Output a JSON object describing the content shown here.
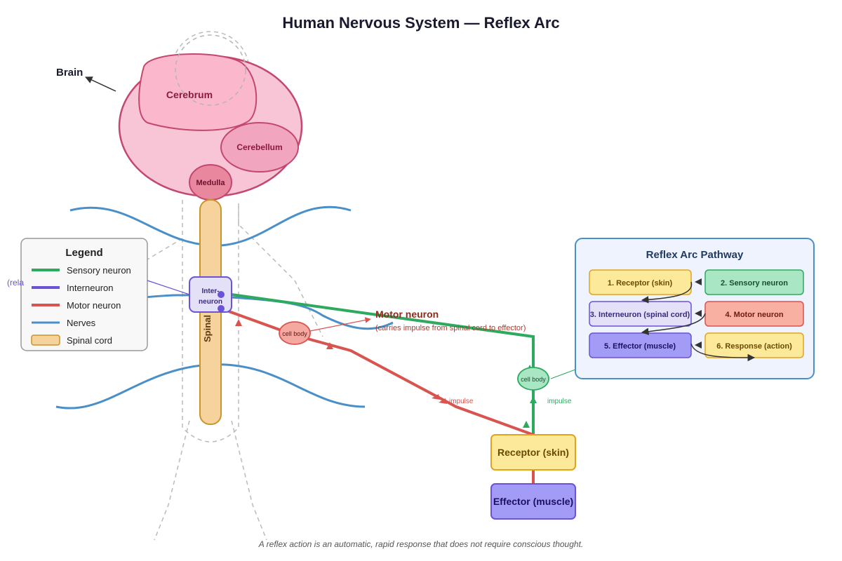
{
  "title": "Human Nervous System — Reflex Arc",
  "labels": {
    "brain": "Brain",
    "cerebrum": "Cerebrum",
    "cerebellum": "Cerebellum",
    "medulla": "Medulla",
    "spinal": "Spinal",
    "inter_line1": "Inter-",
    "inter_line2": "neuron",
    "cell_body_motor": "cell body",
    "cell_body_sensory": "cell body",
    "motor_neuron": "Motor neuron",
    "motor_neuron_desc": "(carries impulse from spinal cord to effector)",
    "impulse_motor": "impulse",
    "impulse_sensory": "impulse",
    "receptor": "Receptor (skin)",
    "effector": "Effector (muscle)",
    "left_fragment": "(rela",
    "footer": "A reflex action is an automatic, rapid response that does not require conscious thought."
  },
  "legend": {
    "title": "Legend",
    "items": [
      {
        "label": "Sensory neuron",
        "color": "#2eaa5f",
        "kind": "line"
      },
      {
        "label": "Interneuron",
        "color": "#6b52d6",
        "kind": "line"
      },
      {
        "label": "Motor neuron",
        "color": "#d9534f",
        "kind": "line"
      },
      {
        "label": "Nerves",
        "color": "#4a8fc8",
        "kind": "line"
      },
      {
        "label": "Spinal cord",
        "color": "#f6d29c",
        "kind": "box"
      }
    ]
  },
  "pathway": {
    "title": "Reflex Arc Pathway",
    "steps": [
      "1. Receptor (skin)",
      "2. Sensory neuron",
      "3. Interneuron (spinal cord)",
      "4. Motor neuron",
      "5. Effector (muscle)",
      "6. Response (action)"
    ]
  },
  "colors": {
    "sensory": "#2eaa5f",
    "interneuron": "#6b52d6",
    "motor": "#d9534f",
    "nerves": "#4a8fc8",
    "spinal_fill": "#f6d29c",
    "spinal_stroke": "#c8962a",
    "brain_fill": "#f7c5d6",
    "brain_stroke": "#c4476e"
  }
}
